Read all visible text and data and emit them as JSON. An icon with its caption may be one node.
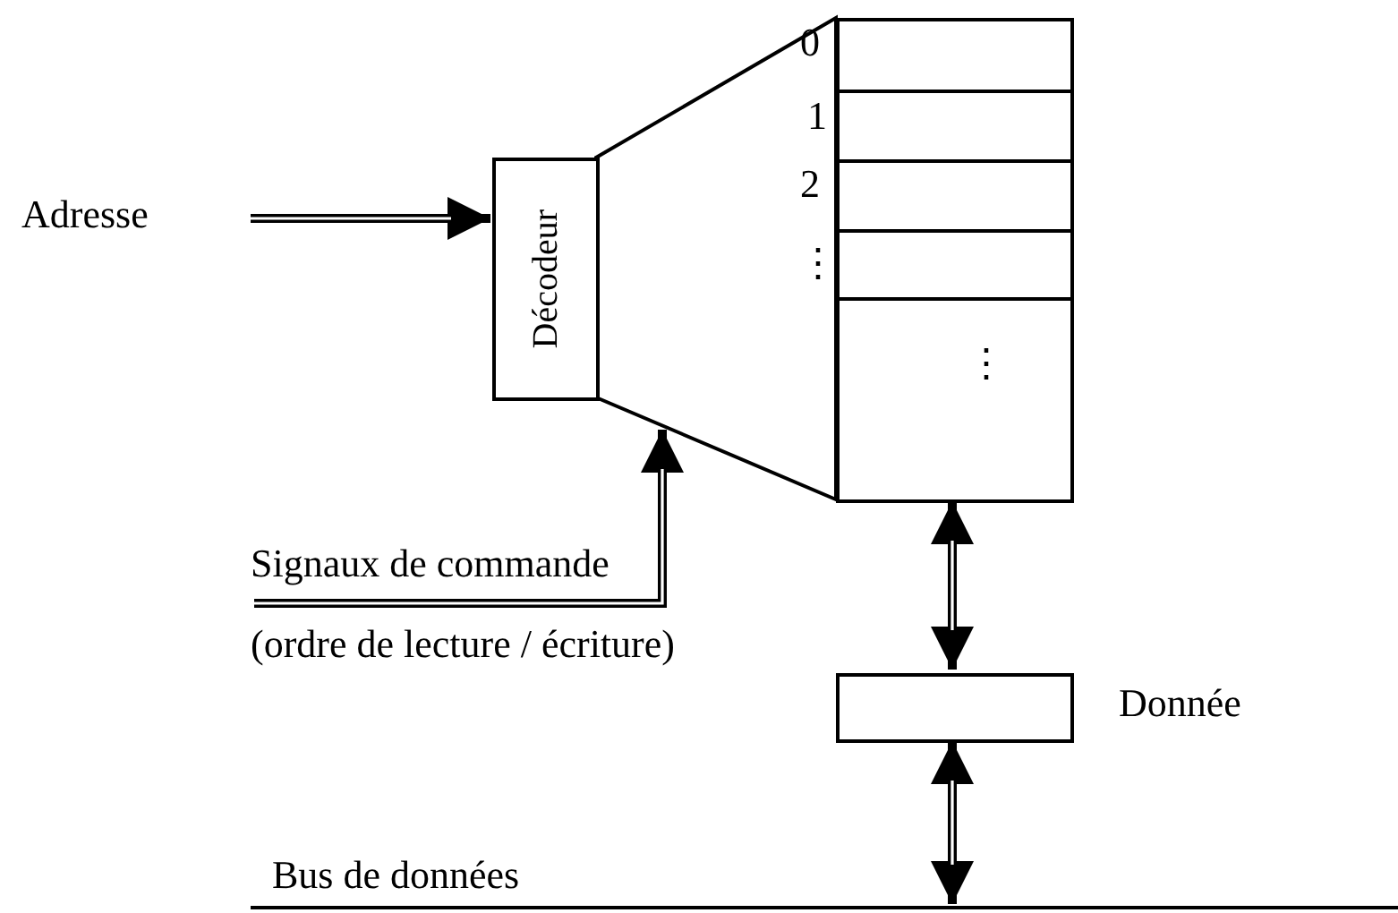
{
  "diagram": {
    "nodes": [
      {
        "text": [
          "Adresse"
        ]
      },
      {
        "text": [
          "Décodeur"
        ]
      },
      {
        "text": [],
        "shape": "trapezoid"
      },
      {
        "text": [],
        "shape": "box"
      },
      {
        "text": [
          "Signaux de commande (ordre de lecture / écriture)"
        ]
      },
      {
        "text": [],
        "shape": "box",
        "beside": [
          "Donnée"
        ]
      },
      {
        "text": [
          "Bus de données"
        ]
      }
    ],
    "edges": [
      {
        "from": 0,
        "to": 1,
        "arrow": "to"
      },
      {
        "from": 4,
        "to": 2,
        "arrow": "to"
      },
      {
        "from": 3,
        "to": 5,
        "arrow": "both"
      },
      {
        "from": 5,
        "to": 6,
        "arrow": "both"
      }
    ],
    "labels": [
      "0",
      "1",
      "2",
      "⋮",
      "⋮"
    ]
  }
}
